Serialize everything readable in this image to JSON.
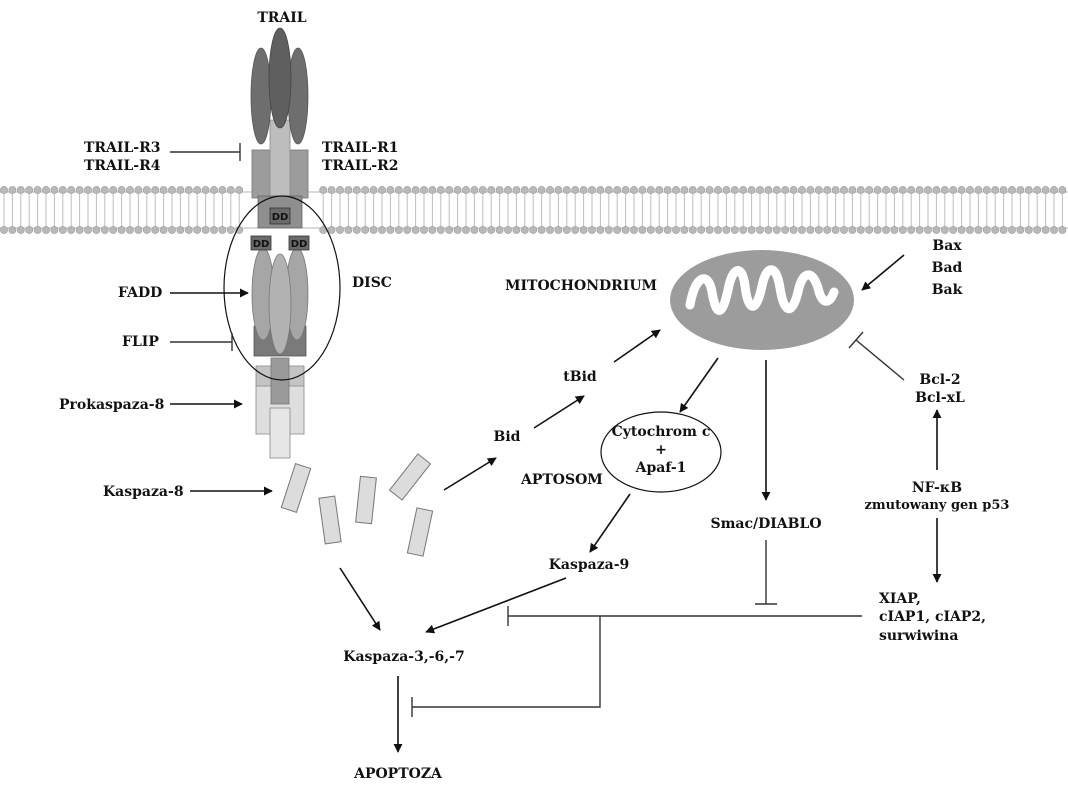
{
  "labels": {
    "trail": "TRAIL",
    "trail_r3": "TRAIL-R3",
    "trail_r4": "TRAIL-R4",
    "trail_r1": "TRAIL-R1",
    "trail_r2": "TRAIL-R2",
    "dd": "DD",
    "fadd": "FADD",
    "disc": "DISC",
    "flip": "FLIP",
    "prokaspaza8": "Prokaspaza-8",
    "kaspaza8": "Kaspaza-8",
    "mitochondrium": "MITOCHONDRIUM",
    "bax": "Bax",
    "bad": "Bad",
    "bak": "Bak",
    "bcl2": "Bcl-2",
    "bclxl": "Bcl-xL",
    "tbid": "tBid",
    "bid": "Bid",
    "cytochrom": "Cytochrom c",
    "plus": "+",
    "apaf1": "Apaf-1",
    "aptosom": "APTOSOM",
    "smac": "Smac/DIABLO",
    "nfkb": "NF-κB",
    "p53": "zmutowany gen p53",
    "kaspaza9": "Kaspaza-9",
    "xiap": "XIAP,",
    "ciap": "cIAP1, cIAP2,",
    "surwiwina": "surwiwina",
    "kaspaza367": "Kaspaza-3,-6,-7",
    "apoptoza": "APOPTOZA"
  },
  "colors": {
    "membrane_head": "#b9b9b9",
    "trail_ligand": "#707070",
    "receptor": "#9a9a9a",
    "receptor_dark": "#6e6e6e",
    "fadd": "#a4a4a4",
    "procaspase_light": "#dcdcdc",
    "mito_outer": "#9d9d9d",
    "mito_inner": "#ffffff"
  }
}
